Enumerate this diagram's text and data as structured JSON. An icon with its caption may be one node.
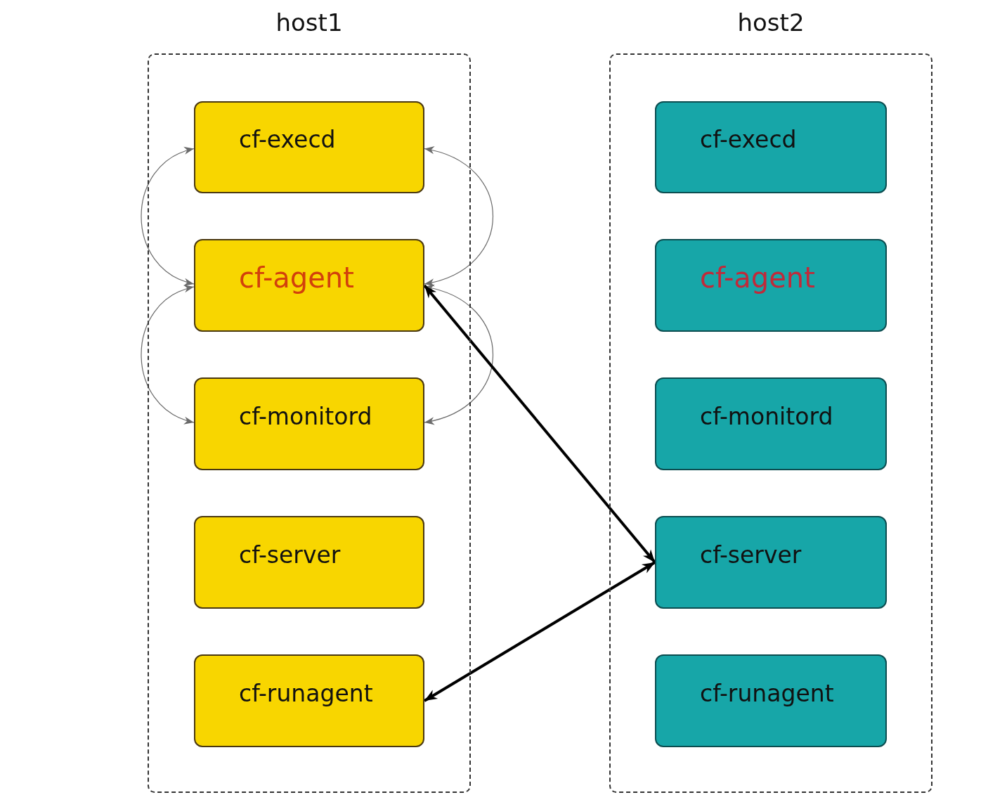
{
  "diagram": {
    "nodes": [
      {
        "text": [
          "host1"
        ]
      },
      {
        "text": [
          "cf-execd"
        ],
        "in": 0
      },
      {
        "text": [
          "cf-agent"
        ],
        "in": 0
      },
      {
        "text": [
          "cf-monitord"
        ],
        "in": 0
      },
      {
        "text": [
          "cf-server"
        ],
        "in": 0
      },
      {
        "text": [
          "cf-runagent"
        ],
        "in": 0
      },
      {
        "text": [
          "host2"
        ]
      },
      {
        "text": [
          "cf-execd"
        ],
        "in": 6
      },
      {
        "text": [
          "cf-agent"
        ],
        "in": 6
      },
      {
        "text": [
          "cf-monitord"
        ],
        "in": 6
      },
      {
        "text": [
          "cf-server"
        ],
        "in": 6
      },
      {
        "text": [
          "cf-runagent"
        ],
        "in": 6
      }
    ],
    "edges": [
      {
        "from": 1,
        "to": 2,
        "arrow": "both"
      },
      {
        "from": 2,
        "to": 3,
        "arrow": "both"
      },
      {
        "from": 1,
        "to": 2,
        "arrow": "both"
      },
      {
        "from": 2,
        "to": 3,
        "arrow": "both"
      },
      {
        "from": 2,
        "to": 10,
        "arrow": "both",
        "style": "thick",
        "color": "#000000"
      },
      {
        "from": 10,
        "to": 5,
        "arrow": "both",
        "style": "thick",
        "color": "#000000"
      }
    ]
  }
}
